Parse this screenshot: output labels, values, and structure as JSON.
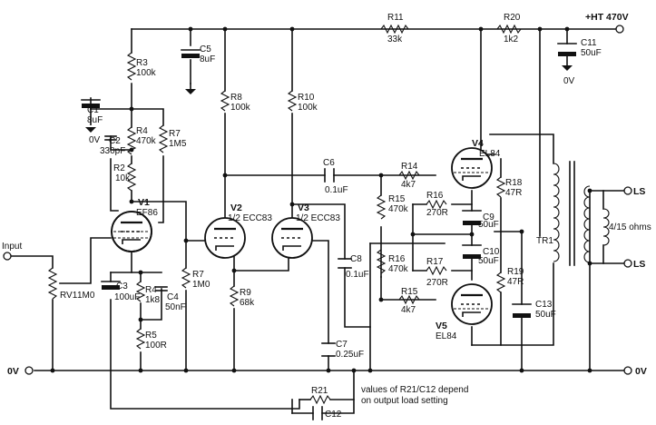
{
  "supply": {
    "ht_label": "+HT 470V",
    "zero_v_left": "0V",
    "zero_v_right": "0V"
  },
  "input": {
    "label": "Input"
  },
  "output": {
    "ls1": "LS",
    "ls2": "LS",
    "impedance": "4/15 ohms",
    "transformer": "TR1"
  },
  "note": {
    "line1": "values of R21/C12 depend",
    "line2": "on output load setting"
  },
  "components": {
    "R3": {
      "name": "R3",
      "value": "100k"
    },
    "C5": {
      "name": "C5",
      "value": "8uF"
    },
    "C1": {
      "name": "C1",
      "value": "8uF",
      "ground": "0V"
    },
    "R4a": {
      "name": "R4",
      "value": "470k"
    },
    "R7a": {
      "name": "R7",
      "value": "1M5"
    },
    "C2": {
      "name": "C2",
      "value": "330pF"
    },
    "R2": {
      "name": "R2",
      "value": "10k"
    },
    "V1": {
      "name": "V1",
      "value": "EF86"
    },
    "RV1": {
      "name": "RV1",
      "value": "1M0"
    },
    "C3": {
      "name": "C3",
      "value": "100uF"
    },
    "R4b": {
      "name": "R4",
      "value": "1k8"
    },
    "C4": {
      "name": "C4",
      "value": "50nF"
    },
    "R5": {
      "name": "R5",
      "value": "100R"
    },
    "R8": {
      "name": "R8",
      "value": "100k"
    },
    "R10": {
      "name": "R10",
      "value": "100k"
    },
    "V2": {
      "name": "V2",
      "value": "1/2 ECC83"
    },
    "V3": {
      "name": "V3",
      "value": "1/2 ECC83"
    },
    "R7b": {
      "name": "R7",
      "value": "1M0"
    },
    "R9": {
      "name": "R9",
      "value": "68k"
    },
    "R11": {
      "name": "R11",
      "value": "33k"
    },
    "R20": {
      "name": "R20",
      "value": "1k2"
    },
    "C11": {
      "name": "C11",
      "value": "50uF",
      "ground": "0V"
    },
    "C6": {
      "name": "C6",
      "value": "0.1uF"
    },
    "C8": {
      "name": "C8",
      "value": "0.1uF"
    },
    "C7": {
      "name": "C7",
      "value": "0.25uF"
    },
    "R14": {
      "name": "R14",
      "value": "4k7"
    },
    "R15a": {
      "name": "R15",
      "value": "470k"
    },
    "R16a": {
      "name": "R16",
      "value": "270R"
    },
    "R16b": {
      "name": "R16",
      "value": "470k"
    },
    "R17": {
      "name": "R17",
      "value": "270R"
    },
    "R15b": {
      "name": "R15",
      "value": "4k7"
    },
    "V4": {
      "name": "V4",
      "value": "EL84"
    },
    "V5": {
      "name": "V5",
      "value": "EL84"
    },
    "R18": {
      "name": "R18",
      "value": "47R"
    },
    "R19": {
      "name": "R19",
      "value": "47R"
    },
    "C9": {
      "name": "C9",
      "value": "50uF"
    },
    "C10": {
      "name": "C10",
      "value": "50uF"
    },
    "C13": {
      "name": "C13",
      "value": "50uF"
    },
    "R21": {
      "name": "R21"
    },
    "C12": {
      "name": "C12"
    }
  }
}
